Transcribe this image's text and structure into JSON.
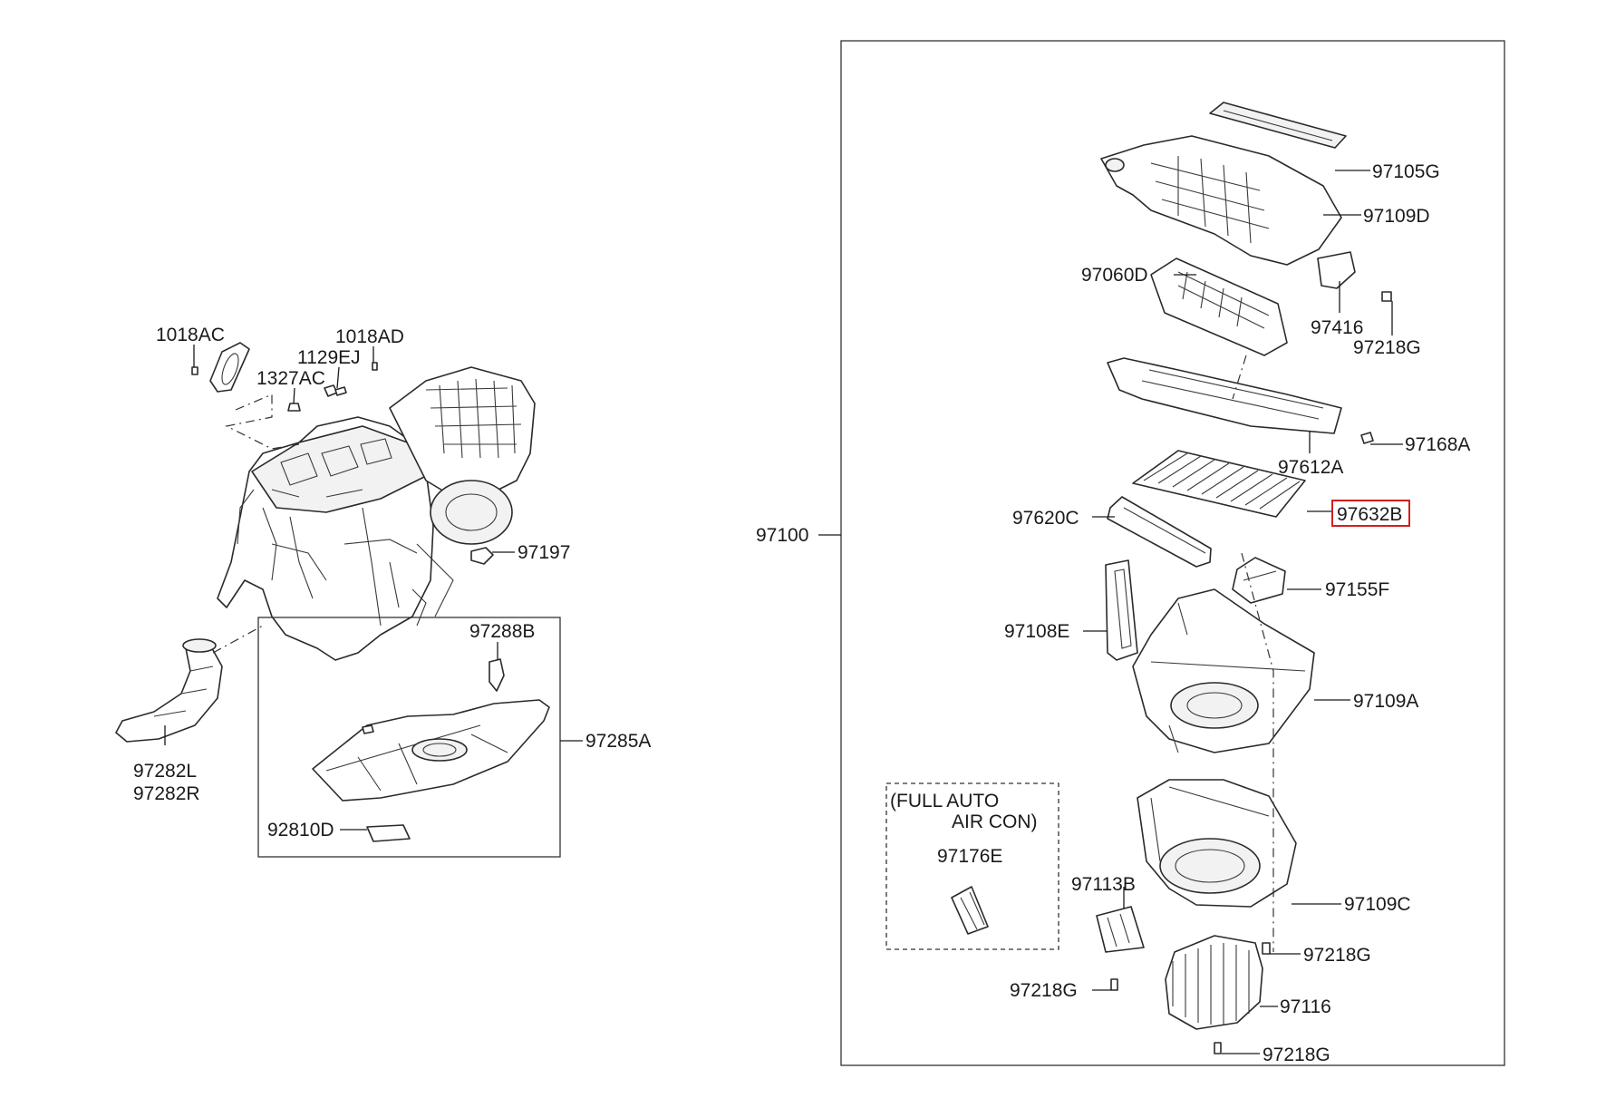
{
  "labels": {
    "p1018AC": "1018AC",
    "p1018AD": "1018AD",
    "p1129EJ": "1129EJ",
    "p1327AC": "1327AC",
    "p97197": "97197",
    "p97288B": "97288B",
    "p97285A": "97285A",
    "p97282L": "97282L",
    "p97282R": "97282R",
    "p92810D": "92810D",
    "p97100": "97100",
    "p97105G": "97105G",
    "p97109D": "97109D",
    "p97060D": "97060D",
    "p97416": "97416",
    "p97218G_a": "97218G",
    "p97168A": "97168A",
    "p97612A": "97612A",
    "p97620C": "97620C",
    "p97632B": "97632B",
    "p97155F": "97155F",
    "p97108E": "97108E",
    "p97109A": "97109A",
    "opt_line1": "(FULL AUTO",
    "opt_line2": "AIR CON)",
    "p97176E": "97176E",
    "p97113B": "97113B",
    "p97109C": "97109C",
    "p97218G_b": "97218G",
    "p97218G_c": "97218G",
    "p97116": "97116",
    "p97218G_d": "97218G"
  },
  "highlight": {
    "part": "97632B",
    "color": "#d21f1f"
  }
}
